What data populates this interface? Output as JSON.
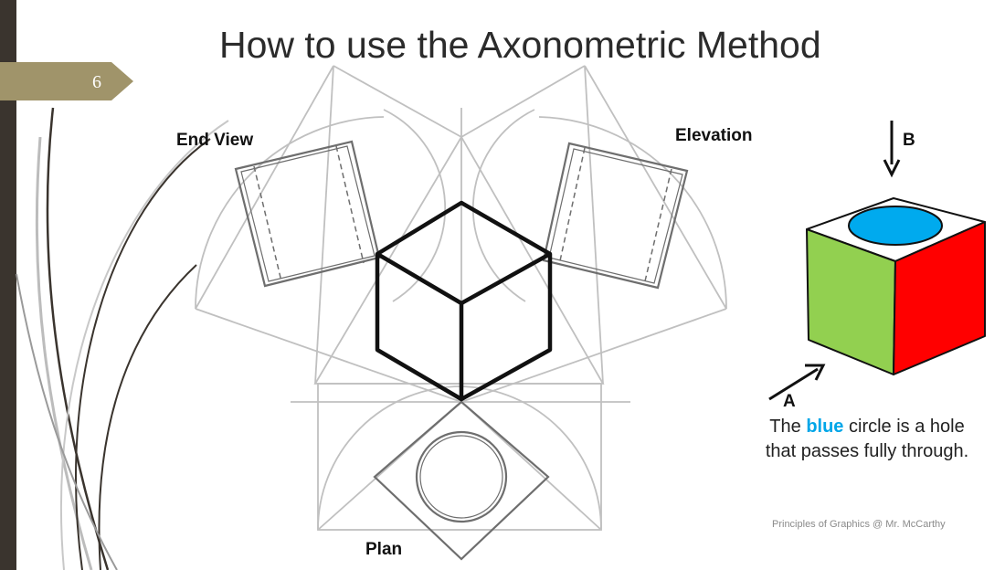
{
  "slide": {
    "number": "6",
    "title": "How to use the Axonometric Method"
  },
  "labels": {
    "end_view": "End View",
    "elevation": "Elevation",
    "plan": "Plan",
    "view_a": "A",
    "view_b": "B"
  },
  "caption": {
    "before": "The ",
    "highlight": "blue",
    "after": " circle is a hole that passes fully through."
  },
  "footer": "Principles of Graphics @ Mr. McCarthy",
  "colors": {
    "sidebar": "#3a342e",
    "badge": "#a0946a",
    "construction": "#c0c0c0",
    "hole": "#00aaee",
    "face_left": "#92d050",
    "face_right": "#ff0000",
    "highlight_text": "#00a6e8"
  }
}
